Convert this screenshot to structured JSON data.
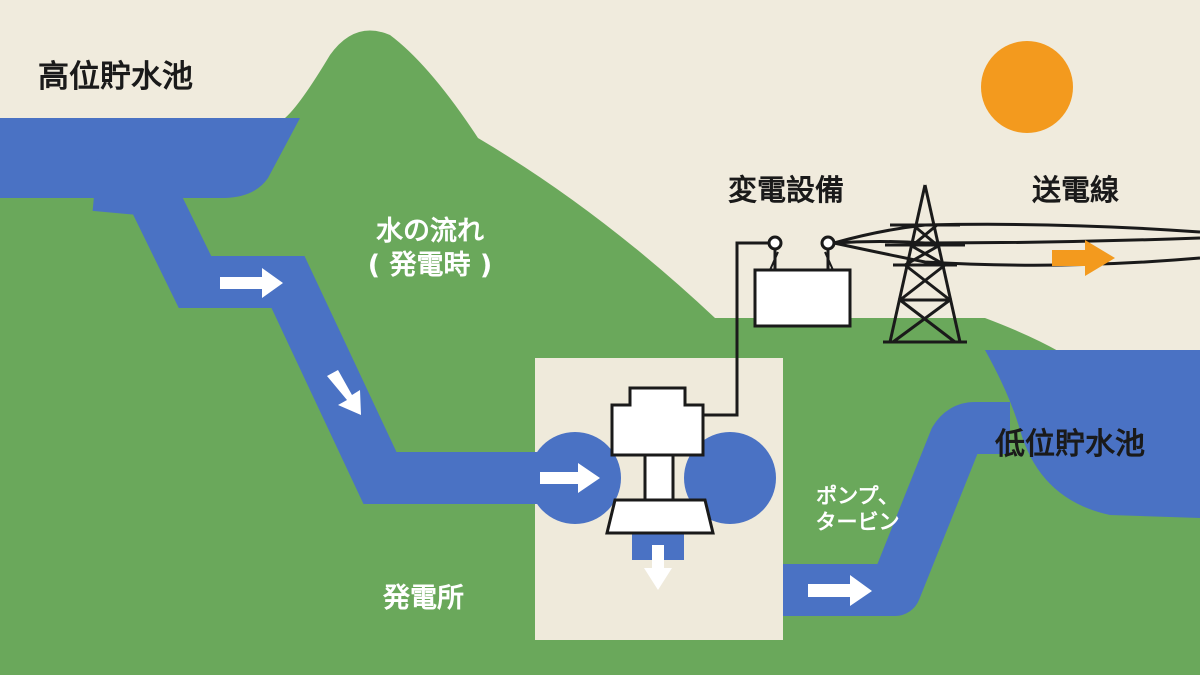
{
  "labels": {
    "upper_reservoir": "高位貯水池",
    "water_flow_line1": "水の流れ",
    "water_flow_line2": "( 発電時 )",
    "substation": "変電設備",
    "transmission_line": "送電線",
    "lower_reservoir": "低位貯水池",
    "pump_turbine_line1": "ポンプ、",
    "pump_turbine_line2": "タービン",
    "power_plant": "発電所"
  },
  "colors": {
    "sky": "#f0ebdd",
    "mountain": "#6aa85b",
    "water": "#4a72c4",
    "sun": "#f39a1e",
    "plant_box": "#efeadb",
    "line": "#1a1a1a",
    "arrow_white": "#ffffff",
    "arrow_orange": "#f39a1e"
  },
  "icons": {
    "sun": "sun-icon",
    "tower": "transmission-tower-icon",
    "transformer": "transformer-icon",
    "turbine": "pump-turbine-icon"
  }
}
